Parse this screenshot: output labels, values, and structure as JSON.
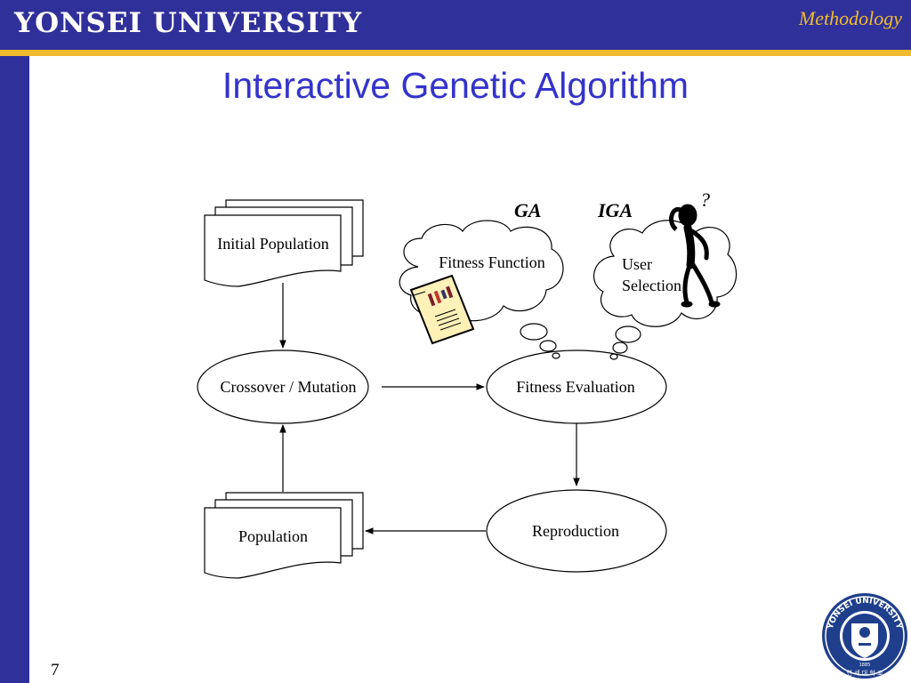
{
  "header": {
    "university": "YONSEI UNIVERSITY",
    "section": "Methodology"
  },
  "slide": {
    "title": "Interactive Genetic Algorithm",
    "page_number": "7"
  },
  "diagram": {
    "initial_population": "Initial Population",
    "crossover_mutation": "Crossover / Mutation",
    "fitness_evaluation": "Fitness Evaluation",
    "reproduction": "Reproduction",
    "population": "Population",
    "fitness_function": "Fitness Function",
    "user_selection_line1": "User",
    "user_selection_line2": "Selection",
    "ga_label": "GA",
    "iga_label": "IGA",
    "question_mark": "?"
  },
  "logo": {
    "seal_text": "YONSEI UNIVERSITY",
    "seal_year": "1885",
    "seal_korean": "연 세 대 학 교"
  },
  "colors": {
    "header_bg": "#30309a",
    "accent_gold": "#f0bc2c",
    "title_blue": "#3333cc"
  }
}
